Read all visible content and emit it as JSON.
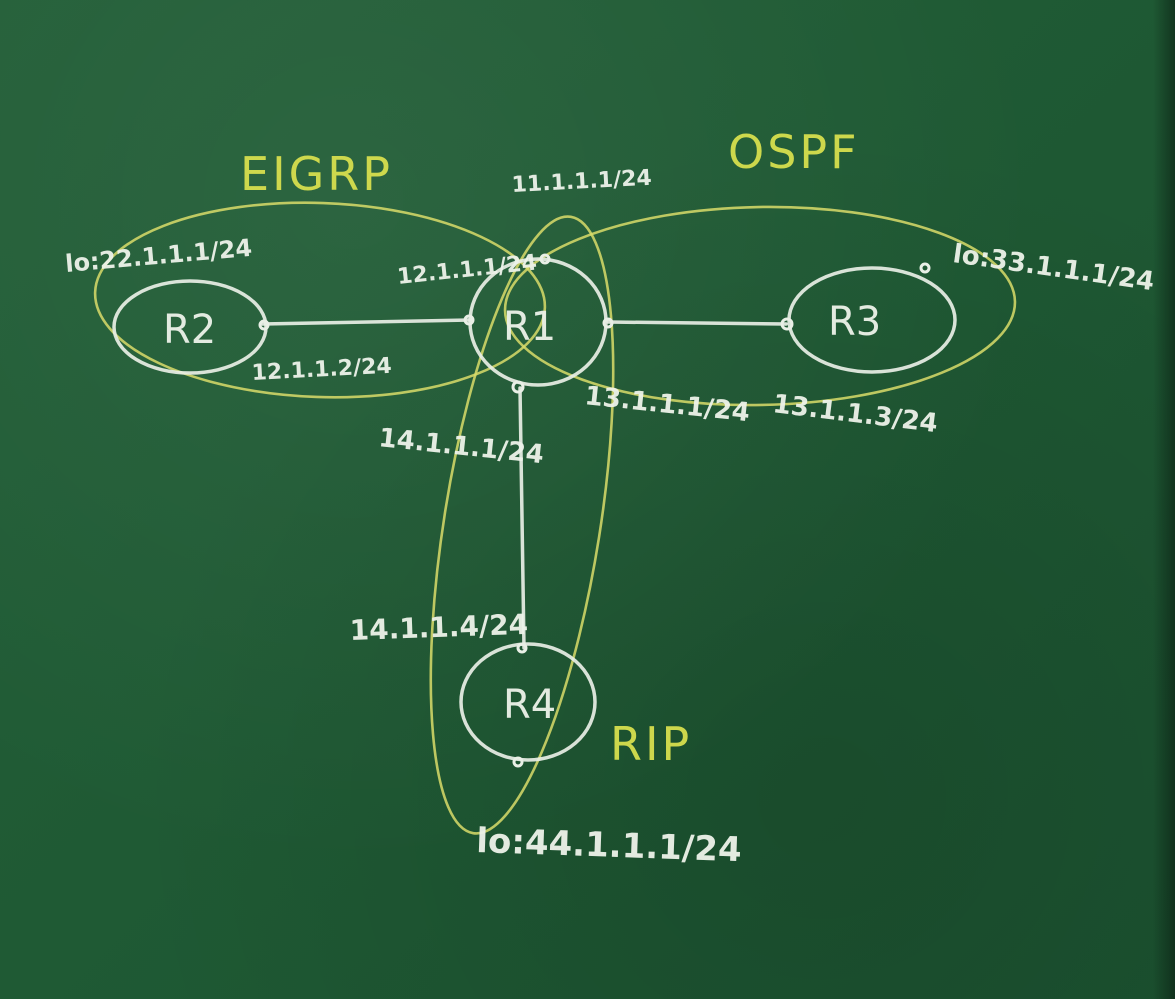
{
  "protocols": {
    "eigrp": "EIGRP",
    "ospf": "OSPF",
    "rip": "RIP"
  },
  "routers": {
    "r1": "R1",
    "r2": "R2",
    "r3": "R3",
    "r4": "R4"
  },
  "addresses": {
    "r1_loopback": "11.1.1.1/24",
    "r1_to_r2": "12.1.1.1/24",
    "r2_to_r1": "12.1.1.2/24",
    "r1_to_r3": "13.1.1.1/24",
    "r3_to_r1": "13.1.1.3/24",
    "r1_to_r4": "14.1.1.1/24",
    "r4_to_r1": "14.1.1.4/24",
    "r2_loopback": "lo:22.1.1.1/24",
    "r3_loopback": "lo:33.1.1.1/24",
    "r4_loopback": "lo:44.1.1.1/24"
  },
  "colors": {
    "board": "#1f5a34",
    "chalk_white": "#e9efe6",
    "chalk_yellow": "#d7df4e"
  }
}
